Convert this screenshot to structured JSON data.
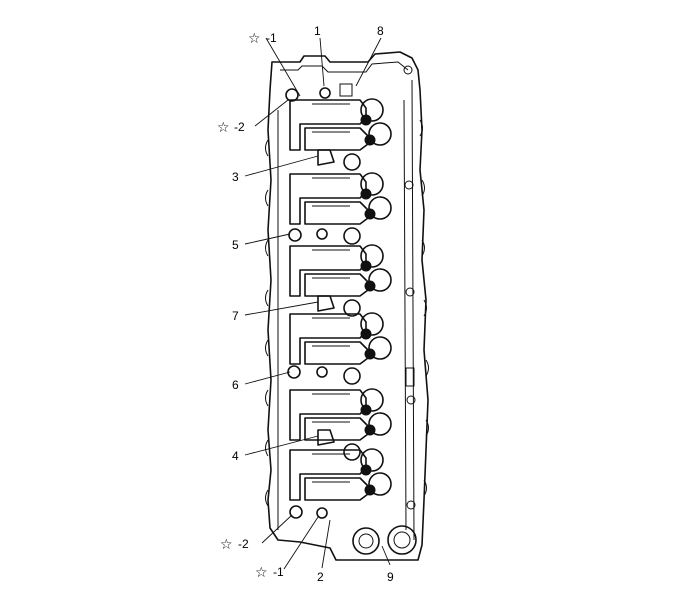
{
  "labels": {
    "l1": "1",
    "l8": "8",
    "l3": "3",
    "l5": "5",
    "l7": "7",
    "l6": "6",
    "l4": "4",
    "l2": "2",
    "l9": "9",
    "star_top_1": "-1",
    "star_top_2": "-2",
    "star_bot_2": "-2",
    "star_bot_1": "-1"
  },
  "star_symbol": "☆"
}
